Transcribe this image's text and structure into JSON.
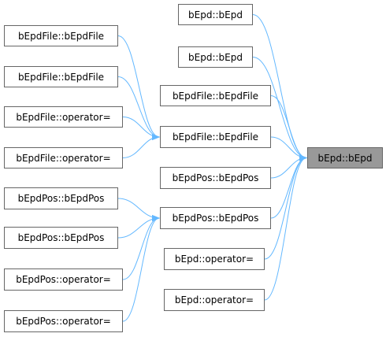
{
  "graph": {
    "edge_color": "#63b8ff",
    "node_border_color": "#666666",
    "focus_fill_color": "#999999",
    "nodes": [
      {
        "id": "n_target",
        "label": "bEpd::bEpd",
        "focus": true
      },
      {
        "id": "n_ctor1",
        "label": "bEpd::bEpd"
      },
      {
        "id": "n_ctor2",
        "label": "bEpd::bEpd"
      },
      {
        "id": "n_file_l1",
        "label": "bEpdFile::bEpdFile"
      },
      {
        "id": "n_file_l2",
        "label": "bEpdFile::bEpdFile"
      },
      {
        "id": "n_file_op1",
        "label": "bEpdFile::operator="
      },
      {
        "id": "n_file_op2",
        "label": "bEpdFile::operator="
      },
      {
        "id": "n_file_m1",
        "label": "bEpdFile::bEpdFile"
      },
      {
        "id": "n_file_m2",
        "label": "bEpdFile::bEpdFile"
      },
      {
        "id": "n_pos_m1",
        "label": "bEpdPos::bEpdPos"
      },
      {
        "id": "n_pos_l1",
        "label": "bEpdPos::bEpdPos"
      },
      {
        "id": "n_pos_m2",
        "label": "bEpdPos::bEpdPos"
      },
      {
        "id": "n_pos_l2",
        "label": "bEpdPos::bEpdPos"
      },
      {
        "id": "n_epd_op1",
        "label": "bEpd::operator="
      },
      {
        "id": "n_pos_op1",
        "label": "bEpdPos::operator="
      },
      {
        "id": "n_epd_op2",
        "label": "bEpd::operator="
      },
      {
        "id": "n_pos_op2",
        "label": "bEpdPos::operator="
      }
    ],
    "edges": [
      {
        "from": "n_ctor1",
        "to": "n_target"
      },
      {
        "from": "n_ctor2",
        "to": "n_target"
      },
      {
        "from": "n_file_m1",
        "to": "n_target"
      },
      {
        "from": "n_file_m2",
        "to": "n_target"
      },
      {
        "from": "n_pos_m1",
        "to": "n_target"
      },
      {
        "from": "n_pos_m2",
        "to": "n_target"
      },
      {
        "from": "n_epd_op1",
        "to": "n_target"
      },
      {
        "from": "n_epd_op2",
        "to": "n_target"
      },
      {
        "from": "n_file_l1",
        "to": "n_file_m2"
      },
      {
        "from": "n_file_l2",
        "to": "n_file_m2"
      },
      {
        "from": "n_file_op1",
        "to": "n_file_m2"
      },
      {
        "from": "n_file_op2",
        "to": "n_file_m2"
      },
      {
        "from": "n_pos_l1",
        "to": "n_pos_m2"
      },
      {
        "from": "n_pos_l2",
        "to": "n_pos_m2"
      },
      {
        "from": "n_pos_op1",
        "to": "n_pos_m2"
      },
      {
        "from": "n_pos_op2",
        "to": "n_pos_m2"
      }
    ]
  }
}
